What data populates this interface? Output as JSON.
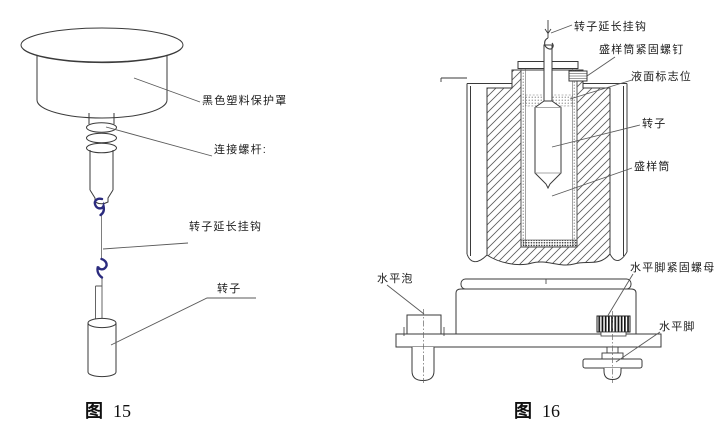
{
  "figure15": {
    "caption": {
      "prefix": "图",
      "number": "15"
    },
    "labels": {
      "protective_cover": "黑色塑料保护罩",
      "connecting_screw_rod": "连接螺杆:",
      "rotor_extension_hook": "转子延长挂钩",
      "rotor": "转子"
    },
    "colors": {
      "line": "#3a3a3a",
      "hook_accent": "#2b2b7e"
    }
  },
  "figure16": {
    "caption": {
      "prefix": "图",
      "number": "16"
    },
    "labels": {
      "rotor_extension_hook": "转子延长挂钩",
      "sample_cylinder_screw": "盛样筒紧固螺钉",
      "liquid_level_mark": "液面标志位",
      "rotor": "转子",
      "sample_cylinder": "盛样筒",
      "level_foot_nut": "水平脚紧固螺母",
      "level_bubble": "水平泡",
      "level_foot": "水平脚"
    },
    "colors": {
      "line": "#3a3a3a"
    }
  }
}
